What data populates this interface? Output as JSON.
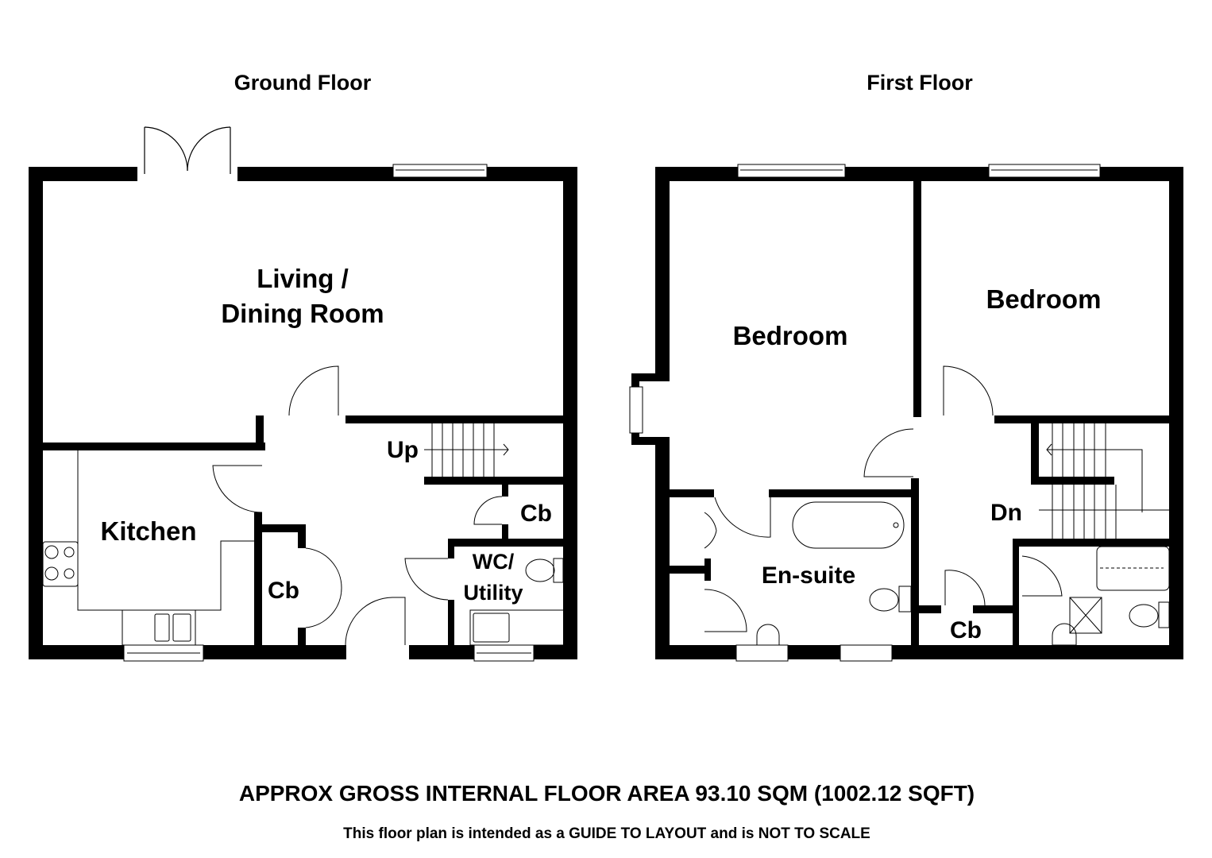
{
  "floors": [
    {
      "title": "Ground Floor",
      "rooms": {
        "living": [
          "Living /",
          "Dining Room"
        ],
        "kitchen": "Kitchen",
        "cupboard_left": "Cb",
        "cupboard_right": "Cb",
        "stairs": "Up",
        "wc": [
          "WC/",
          "Utility"
        ]
      }
    },
    {
      "title": "First Floor",
      "rooms": {
        "bedroom_main": "Bedroom",
        "bedroom_second": "Bedroom",
        "ensuite": "En-suite",
        "stairs": "Dn",
        "cupboard": "Cb"
      }
    }
  ],
  "footer": {
    "area": "APPROX GROSS INTERNAL FLOOR AREA  93.10 SQM (1002.12  SQFT)",
    "disclaimer": "This floor plan is intended as a GUIDE TO LAYOUT and is NOT TO SCALE"
  }
}
